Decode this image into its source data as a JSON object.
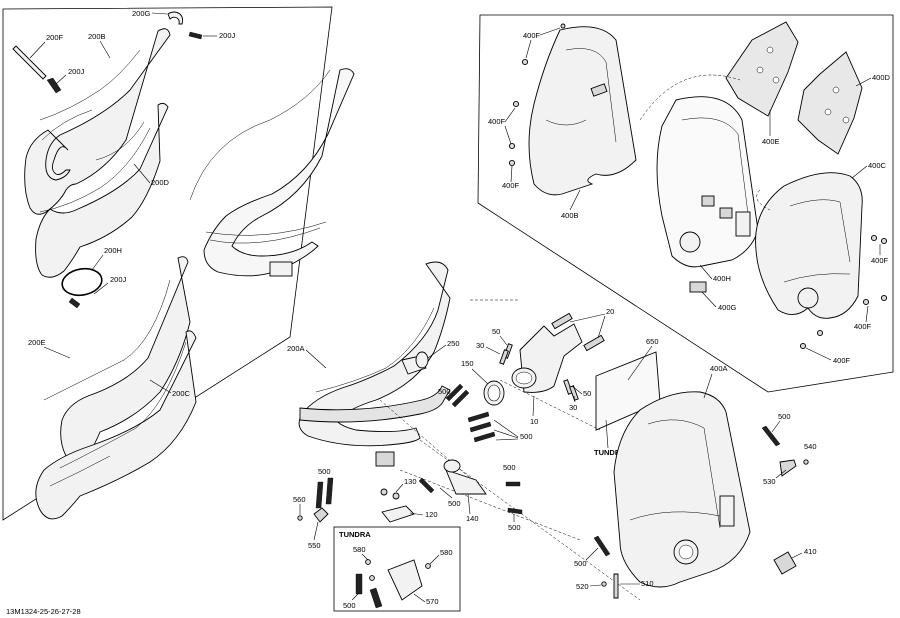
{
  "diagram_code": "13M1324-25-26-27-28",
  "tundra_label": "TUNDRA",
  "labels": {
    "l200G": "200G",
    "l200F": "200F",
    "l200B": "200B",
    "l200J_a": "200J",
    "l200J_b": "200J",
    "l200D": "200D",
    "l200H": "200H",
    "l200J_c": "200J",
    "l200E": "200E",
    "l200C": "200C",
    "l200A": "200A",
    "l400F_a": "400F",
    "l400F_b": "400F",
    "l400F_c": "400F",
    "l400F_d": "400F",
    "l400F_e": "400F",
    "l400F_f": "400F",
    "l400B": "400B",
    "l400E": "400E",
    "l400D": "400D",
    "l400C": "400C",
    "l400H": "400H",
    "l400G": "400G",
    "l400A": "400A",
    "l250": "250",
    "l150": "150",
    "l50_a": "50",
    "l50_b": "50",
    "l30_a": "30",
    "l30_b": "30",
    "l20": "20",
    "l10": "10",
    "l650": "650",
    "l500_a": "500",
    "l500_b": "500",
    "l500_c": "500",
    "l500_d": "500",
    "l500_e": "500",
    "l500_f": "500",
    "l500_g": "500",
    "l500_h": "500",
    "l500_i": "500",
    "l140": "140",
    "l130": "130",
    "l120": "120",
    "l560": "560",
    "l550": "550",
    "l580_a": "580",
    "l580_b": "580",
    "l570": "570",
    "l540": "540",
    "l530": "530",
    "l410": "410",
    "l520": "520",
    "l510": "510"
  }
}
